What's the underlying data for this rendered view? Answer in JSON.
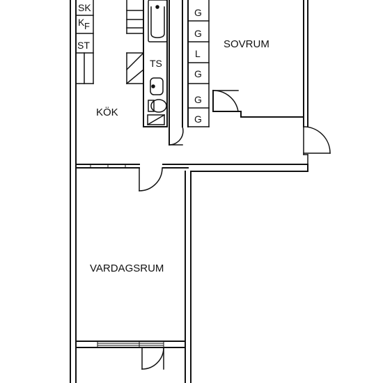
{
  "rooms": {
    "kitchen": "KÖK",
    "bedroom": "SOVRUM",
    "living_room": "VARDAGSRUM"
  },
  "kitchen_fixtures": {
    "sk": "SK",
    "k": "K",
    "f": "F",
    "st": "ST"
  },
  "bathroom_fixtures": {
    "ts": "TS"
  },
  "wardrobes": [
    "G",
    "G",
    "L",
    "G",
    "G",
    "G"
  ]
}
